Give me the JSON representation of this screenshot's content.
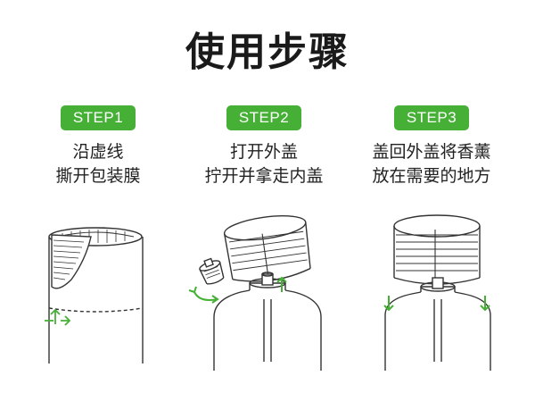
{
  "title": "使用步骤",
  "accent_color": "#45b035",
  "steps": [
    {
      "badge": "STEP1",
      "lines": [
        "沿虚线",
        "撕开包装膜"
      ],
      "icon": "peel-film-illustration"
    },
    {
      "badge": "STEP2",
      "lines": [
        "打开外盖",
        "拧开并拿走内盖"
      ],
      "icon": "open-cap-illustration"
    },
    {
      "badge": "STEP3",
      "lines": [
        "盖回外盖将香薰",
        "放在需要的地方"
      ],
      "icon": "replace-cap-illustration"
    }
  ]
}
